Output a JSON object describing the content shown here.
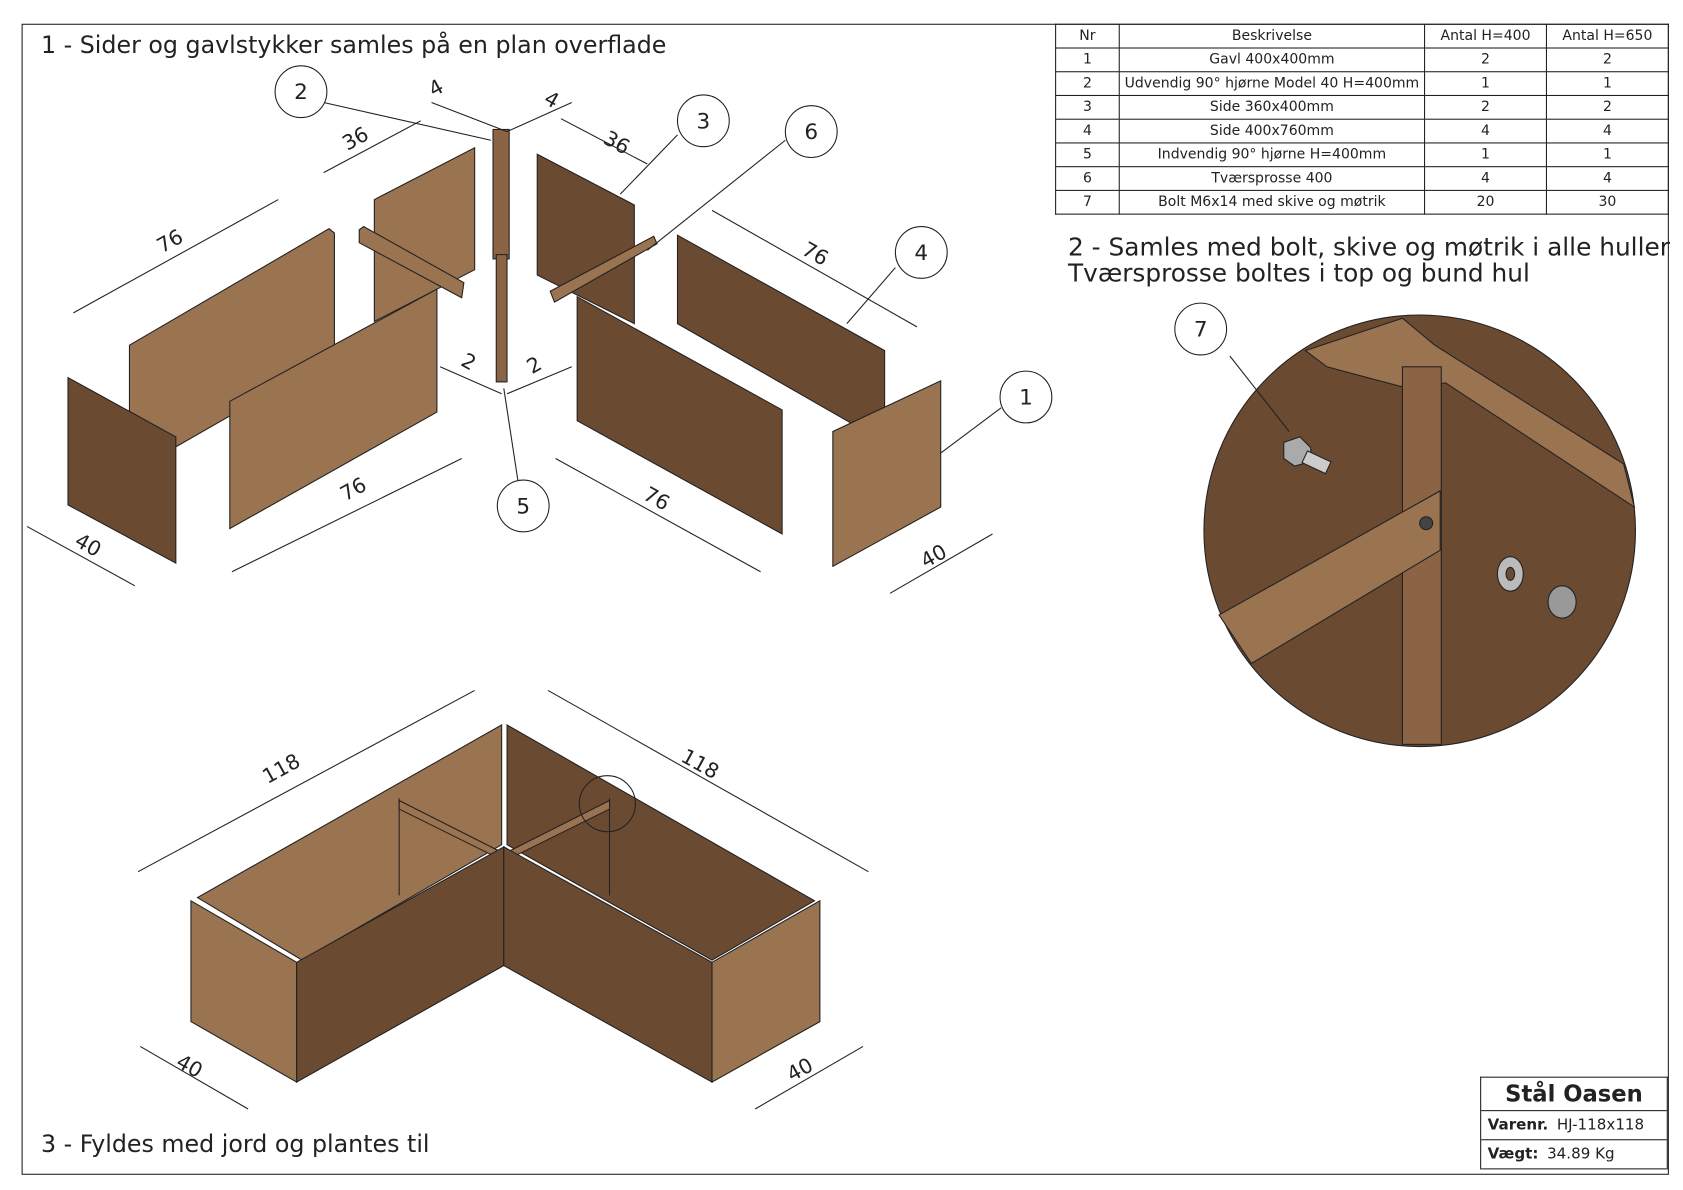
{
  "steps": {
    "step1": "1 - Sider og gavlstykker samles på en plan overflade",
    "step2_line1": "2 - Samles med bolt, skive og møtrik i alle huller",
    "step2_line2": "Tværsprosse boltes i top og bund hul",
    "step3": "3 - Fyldes med jord og plantes til"
  },
  "bom": {
    "headers": [
      "Nr",
      "Beskrivelse",
      "Antal H=400",
      "Antal H=650"
    ],
    "rows": [
      [
        "1",
        "Gavl 400x400mm",
        "2",
        "2"
      ],
      [
        "2",
        "Udvendig 90° hjørne Model 40 H=400mm",
        "1",
        "1"
      ],
      [
        "3",
        "Side 360x400mm",
        "2",
        "2"
      ],
      [
        "4",
        "Side 400x760mm",
        "4",
        "4"
      ],
      [
        "5",
        "Indvendig 90° hjørne H=400mm",
        "1",
        "1"
      ],
      [
        "6",
        "Tværsprosse 400",
        "4",
        "4"
      ],
      [
        "7",
        "Bolt M6x14 med skive og møtrik",
        "20",
        "30"
      ]
    ]
  },
  "title_block": {
    "company": "Stål Oasen",
    "varenr_label": "Varenr.",
    "varenr": "HJ-118x118",
    "vaegt_label": "Vægt:",
    "vaegt": "34.89 Kg"
  },
  "balloons": {
    "b1": "1",
    "b2": "2",
    "b3": "3",
    "b4": "4",
    "b5": "5",
    "b6": "6",
    "b7": "7"
  },
  "dims": {
    "d76a": "76",
    "d76b": "76",
    "d76c": "76",
    "d76d": "76",
    "d36a": "36",
    "d36b": "36",
    "d4a": "4",
    "d4b": "4",
    "d2a": "2",
    "d2b": "2",
    "d40a": "40",
    "d40b": "40",
    "d118a": "118",
    "d118b": "118",
    "d40c": "40",
    "d40d": "40"
  },
  "colors": {
    "wood_light": "#9a7350",
    "wood_dark": "#6b4a32",
    "line": "#222222"
  }
}
